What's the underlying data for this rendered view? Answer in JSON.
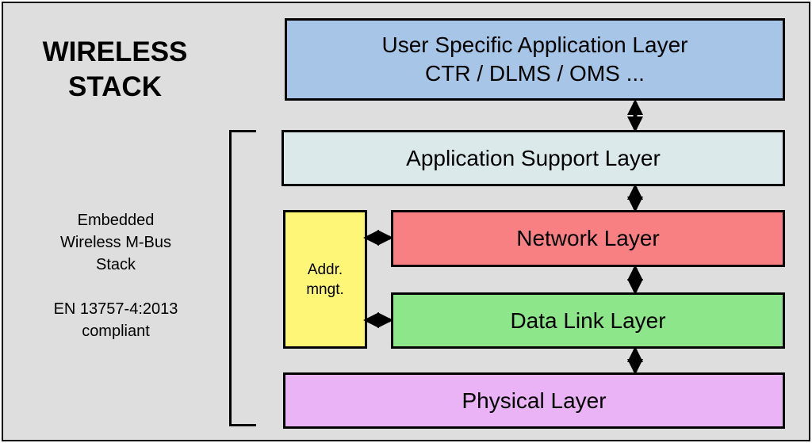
{
  "title": [
    "WIRELESS",
    "STACK"
  ],
  "description": [
    "Embedded",
    "Wireless M-Bus",
    "Stack"
  ],
  "compliance": [
    "EN 13757-4:2013",
    "compliant"
  ],
  "layers": {
    "user_app": {
      "line1": "User Specific Application Layer",
      "line2": "CTR / DLMS / OMS ...",
      "color": "#a7c6e7"
    },
    "app_support": {
      "label": "Application Support Layer",
      "color": "#dbe9ea"
    },
    "network": {
      "label": "Network Layer",
      "color": "#f98082"
    },
    "data_link": {
      "label": "Data Link Layer",
      "color": "#8ee68a"
    },
    "physical": {
      "label": "Physical Layer",
      "color": "#eab3f6"
    },
    "addr_mgmt": {
      "line1": "Addr.",
      "line2": "mngt.",
      "color": "#fdf677"
    }
  }
}
